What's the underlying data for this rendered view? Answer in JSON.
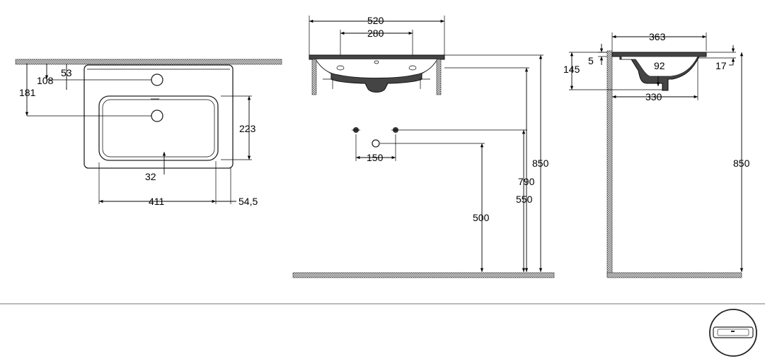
{
  "top_view": {
    "dims": {
      "d53": "53",
      "d108": "108",
      "d181": "181",
      "d223": "223",
      "d32": "32",
      "d411": "411",
      "d54_5": "54,5"
    }
  },
  "front_view": {
    "dims": {
      "d520": "520",
      "d280": "280",
      "d150": "150",
      "d500": "500",
      "d790": "790",
      "d550": "550",
      "d850": "850"
    }
  },
  "side_view": {
    "dims": {
      "d363": "363",
      "d5": "5",
      "d145": "145",
      "d92": "92",
      "d17": "17",
      "d330": "330",
      "d850": "850"
    }
  },
  "product_icon": "washbasin-icon"
}
